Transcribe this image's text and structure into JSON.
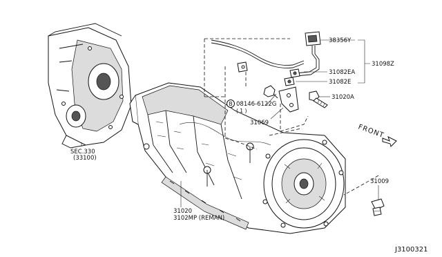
{
  "diagram": {
    "labels": {
      "sec_330": "SEC.330",
      "sec_330_sub": "(33100)",
      "p38356y": "38356Y",
      "p31098z": "31098Z",
      "p31082ea": "31082EA",
      "p31082e": "31082E",
      "p31020a": "31020A",
      "bolt_circle": "B",
      "bolt_code": "08146-6122G",
      "bolt_qty": "( 1 )",
      "p31069": "31069",
      "front": "FRONT",
      "p31009": "31009",
      "p31020": "31020",
      "p3102mp": "3102MP (REMAN)",
      "diagram_code": "J3100321"
    }
  }
}
